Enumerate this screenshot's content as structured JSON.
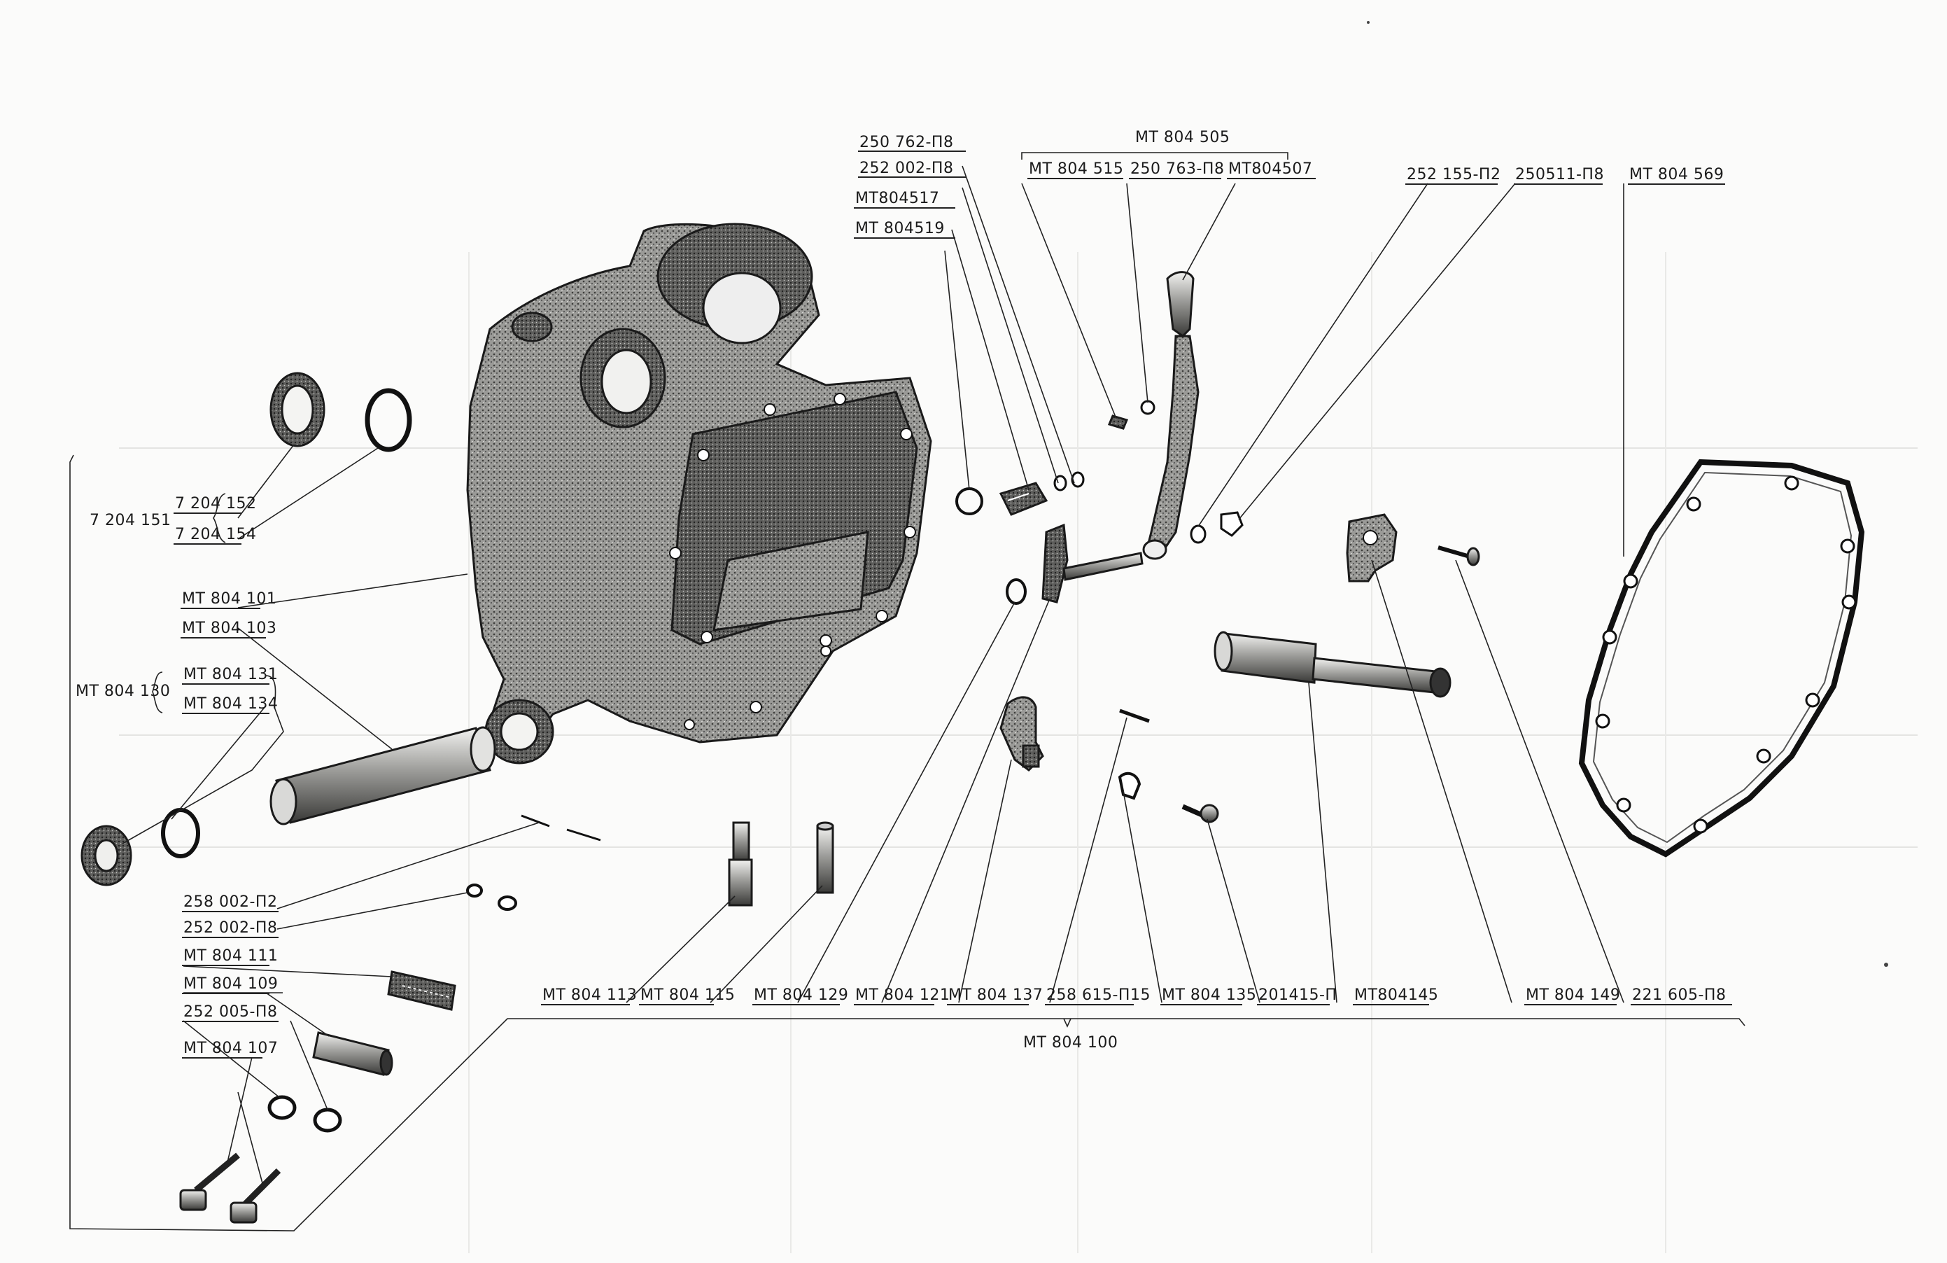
{
  "labels": {
    "l_250762": "250 762-П8",
    "l_252002_top": "252 002-П8",
    "l_804517": "МТ804517",
    "l_804519": "МТ 804519",
    "l_804505": "МТ 804 505",
    "l_804515": "МТ 804 515",
    "l_250763": "250 763-П8",
    "l_804507": "МТ804507",
    "l_252155": "252 155-П2",
    "l_250511": "250511-П8",
    "l_804569": "МТ 804 569",
    "l_7204151": "7 204 151",
    "l_7204152": "7 204 152",
    "l_7204154": "7 204 154",
    "l_804101": "МТ 804 101",
    "l_804103": "МТ 804 103",
    "l_804130": "МТ 804 130",
    "l_804131": "МТ 804 131",
    "l_804134": "МТ 804 134",
    "l_258002": "258 002-П2",
    "l_252002_low": "252 002-П8",
    "l_804111": "МТ 804 111",
    "l_804109": "МТ 804 109",
    "l_252005": "252 005-П8",
    "l_804107": "МТ 804 107",
    "l_804113": "МТ 804 113",
    "l_804115": "МТ 804 115",
    "l_804129": "МТ 804 129",
    "l_804121": "МТ 804 121",
    "l_804137": "МТ 804 137",
    "l_258615": "258 615-П15",
    "l_804135": "МТ 804 135",
    "l_201415": "201415-П",
    "l_804145": "МТ804145",
    "l_804149": "МТ 804 149",
    "l_221605": "221 605-П8",
    "l_804100": "МТ 804 100"
  },
  "colors": {
    "ink": "#1b1b1b",
    "casting": "#8a8a88",
    "paper": "#fbfbfa"
  }
}
